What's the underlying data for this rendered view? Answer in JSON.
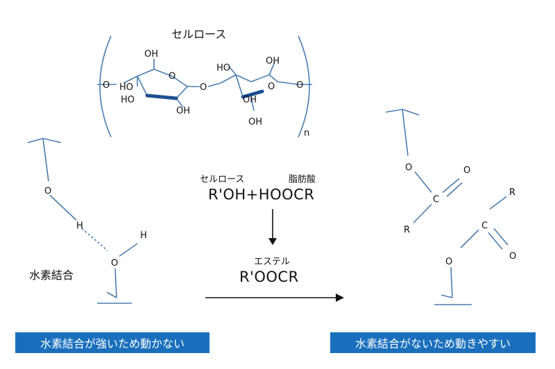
{
  "cellulose": {
    "title": "セルロース",
    "subscript": "n",
    "bond_marks": [
      "O",
      "O",
      "O",
      "O"
    ],
    "hydroxyls": [
      "OH",
      "HO",
      "HO",
      "OH",
      "HO",
      "OH",
      "OH"
    ]
  },
  "hydrogen_bond": {
    "label": "水素結合",
    "atoms": [
      "O",
      "H",
      "H",
      "O"
    ]
  },
  "reaction": {
    "reactant_label_1": "セルロース",
    "reactant_label_2": "脂肪酸",
    "equation": "R'OH+HOOCR",
    "product_label": "エステル",
    "product": "R'OOCR"
  },
  "ester": {
    "atoms": [
      "O",
      "O",
      "C",
      "R",
      "R",
      "C",
      "O",
      "O"
    ]
  },
  "captions": {
    "left": "水素結合が強いため動かない",
    "right": "水素結合がないため動きやすい"
  },
  "colors": {
    "structure_line": "#4a7cb0",
    "bold_bond": "#1b4f92",
    "caption_bg": "#1a6fbd",
    "caption_text": "#ffffff"
  }
}
